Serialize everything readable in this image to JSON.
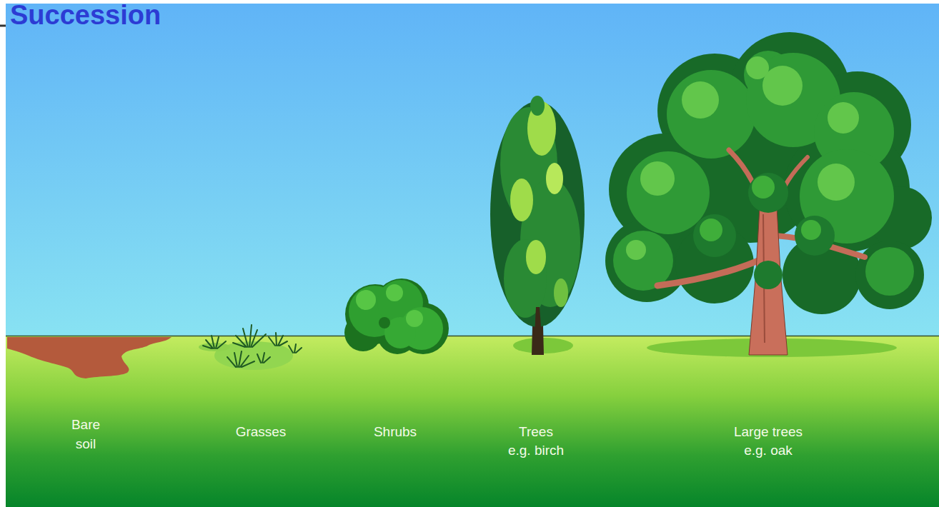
{
  "diagram": {
    "title": "Succession",
    "labels": [
      "Bare soil",
      "Grasses",
      "Shrubs",
      "Trees",
      "e.g. birch",
      "Large trees",
      "e.g. oak"
    ]
  }
}
